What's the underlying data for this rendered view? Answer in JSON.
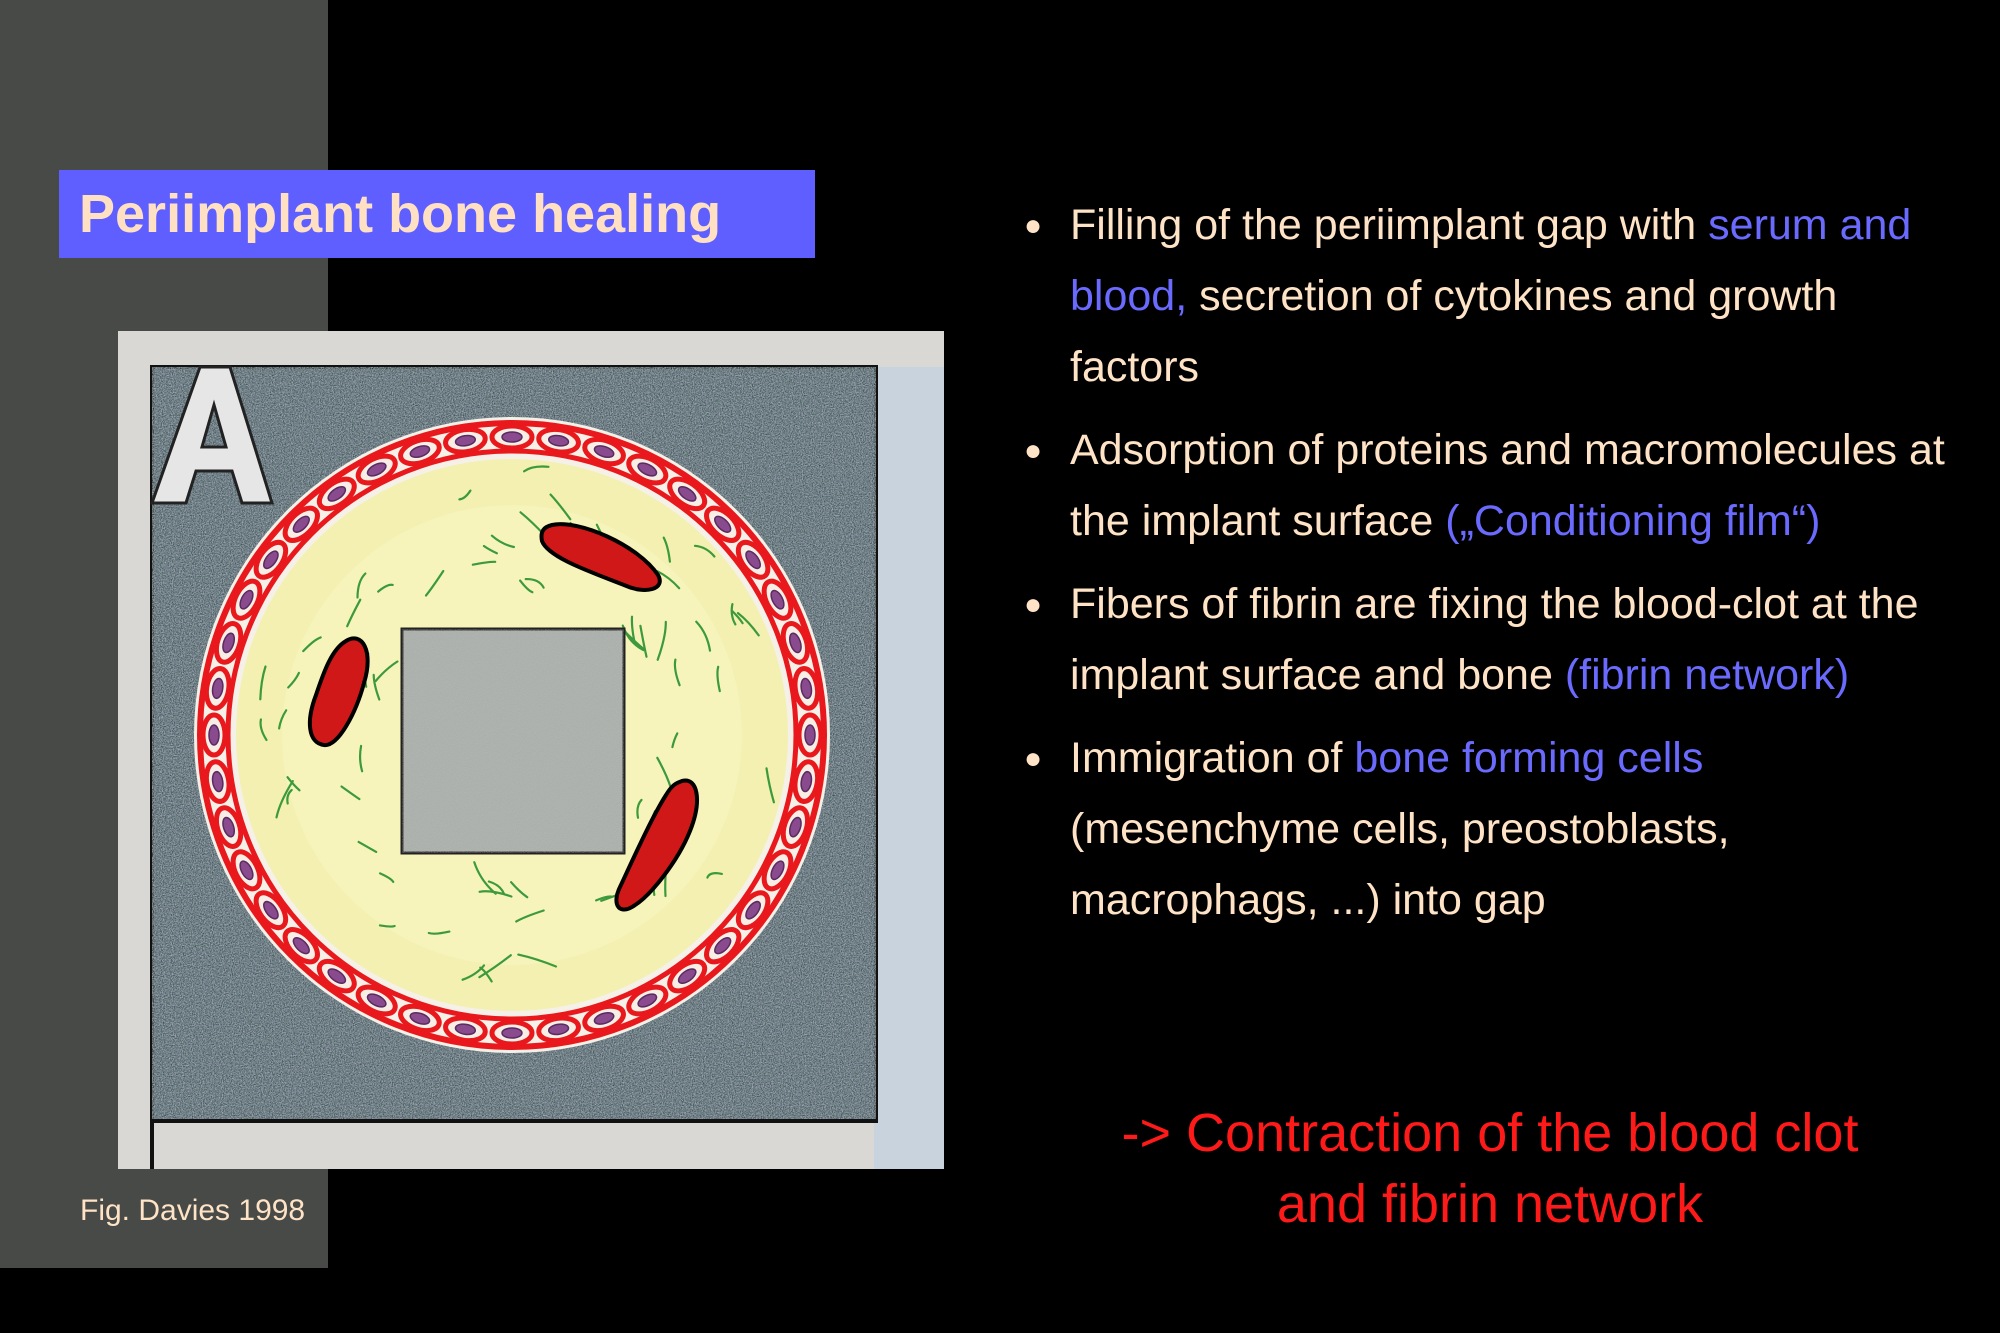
{
  "title": "Periimplant bone healing",
  "figure": {
    "panel_letter": "A",
    "caption": "Fig. Davies 1998"
  },
  "bullets": [
    {
      "parts": [
        {
          "text": "Filling of the periimplant gap with ",
          "highlight": false
        },
        {
          "text": "serum and blood,",
          "highlight": true
        },
        {
          "text": " secretion of cytokines and growth factors",
          "highlight": false
        }
      ]
    },
    {
      "parts": [
        {
          "text": "Adsorption of proteins and macromolecules at the implant surface ",
          "highlight": false
        },
        {
          "text": "(„Conditioning film“)",
          "highlight": true
        }
      ]
    },
    {
      "parts": [
        {
          "text": "Fibers of fibrin are fixing the blood-clot at the implant surface and bone ",
          "highlight": false
        },
        {
          "text": "(fibrin network)",
          "highlight": true
        }
      ]
    },
    {
      "parts": [
        {
          "text": "Immigration of ",
          "highlight": false
        },
        {
          "text": "bone forming cells",
          "highlight": true
        },
        {
          "text": " (mesenchyme cells, preostoblasts, macrophags, ...) into gap",
          "highlight": false
        }
      ]
    }
  ],
  "conclusion": {
    "line1": "-> Contraction of the blood clot",
    "line2": "and fibrin network"
  },
  "colors": {
    "background": "#000000",
    "side_band": "#474a47",
    "title_bg": "#5f5fff",
    "body_text": "#ffe3c6",
    "highlight_text": "#6a6aff",
    "conclusion_text": "#ff1a1a"
  }
}
